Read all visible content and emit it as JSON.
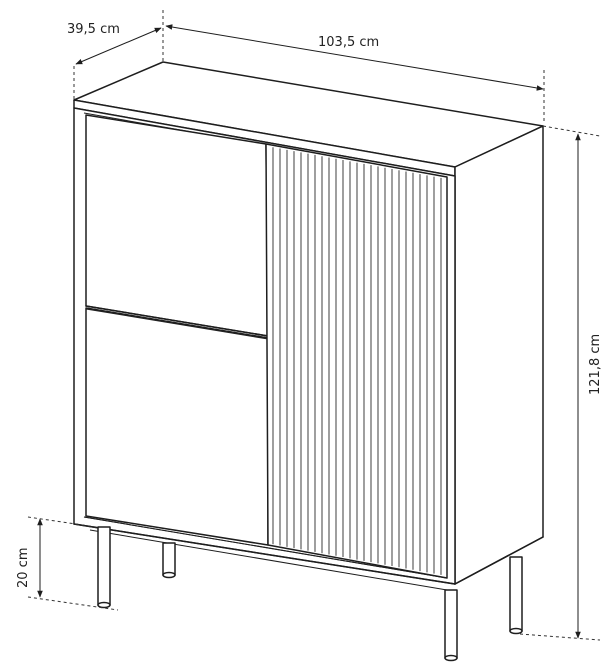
{
  "dimensions": {
    "depth": "39,5 cm",
    "width": "103,5 cm",
    "height": "121,8 cm",
    "leg_height": "20 cm"
  },
  "colors": {
    "line": "#1e1e1e",
    "background": "#ffffff"
  }
}
